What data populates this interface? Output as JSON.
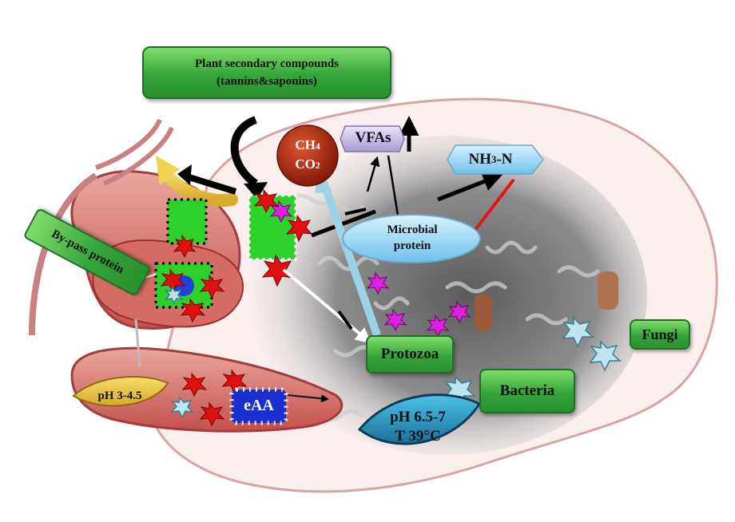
{
  "plant_compounds": {
    "line1": "Plant secondary compounds",
    "line2": "(tannins&saponins)"
  },
  "gases": {
    "ch": "CH",
    "ch_sub": "4",
    "co": "CO",
    "co_sub": "2"
  },
  "vfas": "VFAs",
  "nh3": {
    "pre": "NH",
    "sub": "3",
    "post": "-N"
  },
  "microbial_protein": {
    "line1": "Microbial",
    "line2": "protein"
  },
  "bypass_protein": "By-pass protein",
  "protozoa": "Protozoa",
  "bacteria": "Bacteria",
  "fungi": "Fungi",
  "abomasum_ph": "pH 3-4.5",
  "eaa": "eAA",
  "rumen_conditions": {
    "ph": "pH 6.5-7",
    "temp": "T 39°C"
  },
  "colors": {
    "green_box": "#3aa63e",
    "rumen_wall": "#c95a5a",
    "methane_ball": "#a8250c",
    "label_blue": "#2a93c9",
    "red_arrow": "#e01515"
  }
}
